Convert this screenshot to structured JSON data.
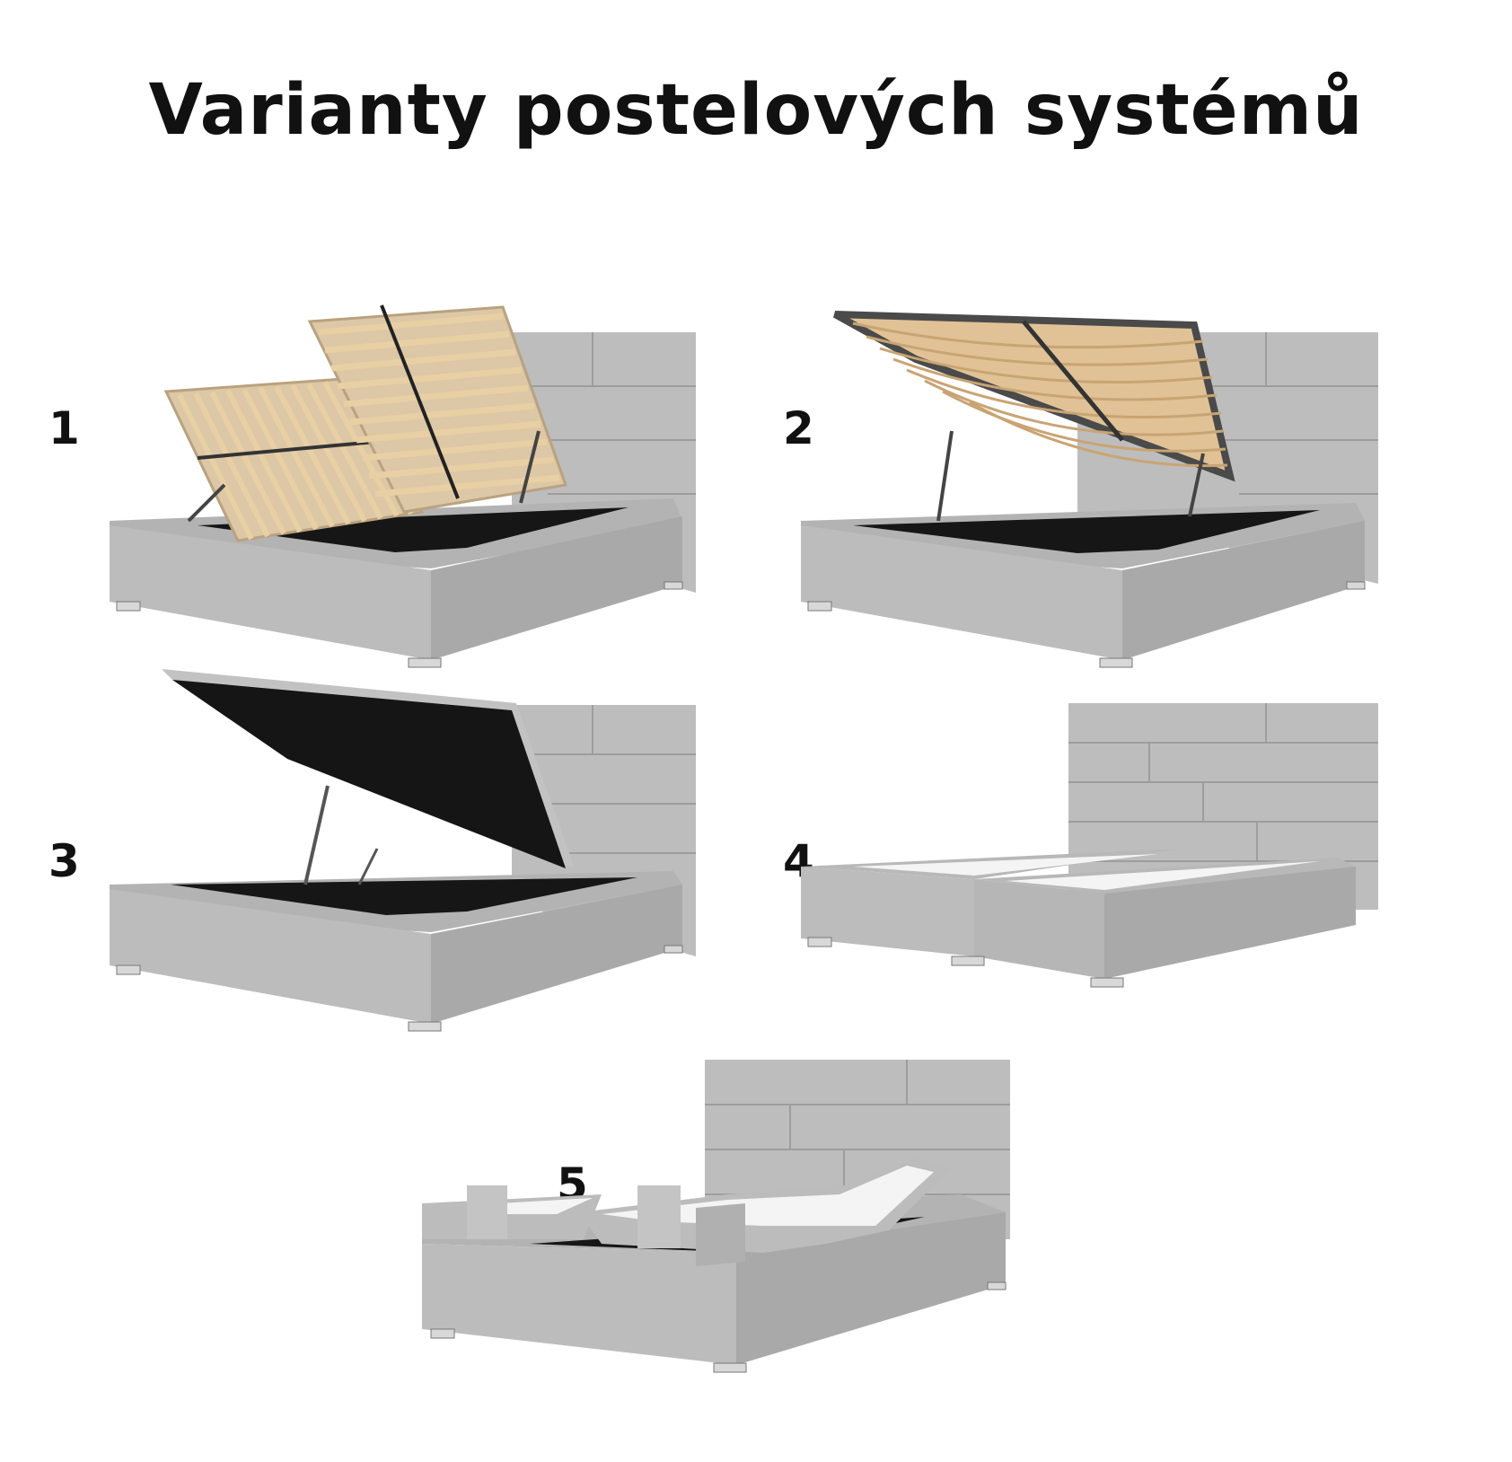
{
  "title": "Varianty postelových systémů",
  "variants": [
    {
      "number": "1",
      "type": "two-slatted-bases-lift"
    },
    {
      "number": "2",
      "type": "lifting-slatted-base"
    },
    {
      "number": "3",
      "type": "lifting-upholstered-lid"
    },
    {
      "number": "4",
      "type": "boxspring-bases"
    },
    {
      "number": "5",
      "type": "adjustable-motor-bases"
    }
  ],
  "colors": {
    "upholstery": "#bcbcbc",
    "upholstery_dark": "#a7a7a7",
    "upholstery_light": "#cacaca",
    "wood_slat": "#e0c296",
    "metal_frame": "#4a4a4a",
    "interior": "#151515",
    "foam_white": "#f4f4f4"
  }
}
